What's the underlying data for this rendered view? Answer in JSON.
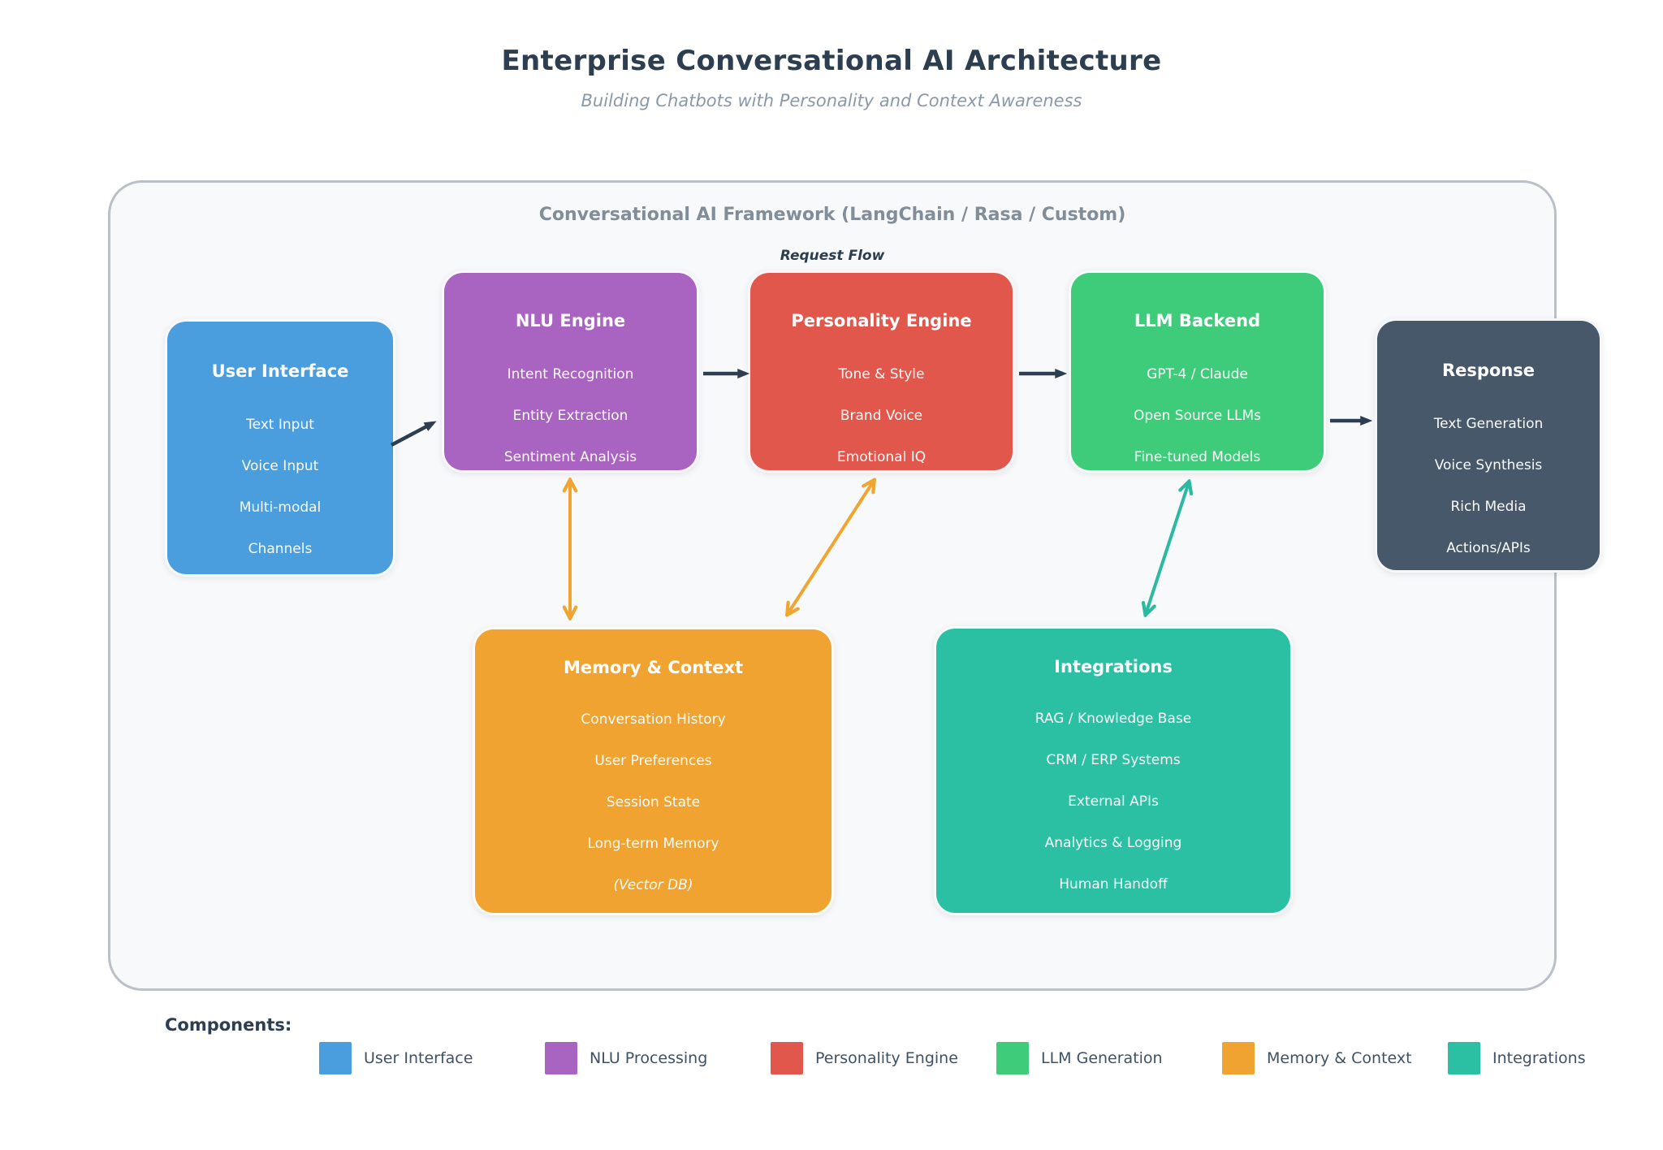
{
  "page": {
    "title": "Enterprise Conversational AI Architecture",
    "subtitle": "Building Chatbots with Personality and Context Awareness"
  },
  "framework": {
    "label": "Conversational AI Framework (LangChain / Rasa / Custom)",
    "flow_label": "Request Flow"
  },
  "boxes": [
    {
      "id": "user-interface",
      "title": "User Interface",
      "color": "#4A9EDD",
      "items": [
        "Text Input",
        "Voice Input",
        "Multi-modal",
        "Channels"
      ]
    },
    {
      "id": "nlu-engine",
      "title": "NLU Engine",
      "color": "#A864C0",
      "items": [
        "Intent Recognition",
        "Entity Extraction",
        "Sentiment Analysis"
      ]
    },
    {
      "id": "personality-engine",
      "title": "Personality Engine",
      "color": "#E2574C",
      "items": [
        "Tone & Style",
        "Brand Voice",
        "Emotional IQ"
      ]
    },
    {
      "id": "llm-backend",
      "title": "LLM Backend",
      "color": "#3ECC7B",
      "items": [
        "GPT-4 / Claude",
        "Open Source LLMs",
        "Fine-tuned Models"
      ]
    },
    {
      "id": "response",
      "title": "Response",
      "color": "#47586B",
      "items": [
        "Text Generation",
        "Voice Synthesis",
        "Rich Media",
        "Actions/APIs"
      ]
    },
    {
      "id": "memory-context",
      "title": "Memory & Context",
      "color": "#F0A330",
      "items": [
        "Conversation History",
        "User Preferences",
        "Session State",
        "Long-term Memory",
        "(Vector DB)"
      ]
    },
    {
      "id": "integrations",
      "title": "Integrations",
      "color": "#2BBFA3",
      "items": [
        "RAG / Knowledge Base",
        "CRM / ERP Systems",
        "External APIs",
        "Analytics & Logging",
        "Human Handoff"
      ]
    }
  ],
  "arrows": [
    {
      "from": "user-interface",
      "to": "nlu-engine",
      "bidirectional": false,
      "color": "#2C3E50"
    },
    {
      "from": "nlu-engine",
      "to": "personality-engine",
      "bidirectional": false,
      "color": "#2C3E50"
    },
    {
      "from": "personality-engine",
      "to": "llm-backend",
      "bidirectional": false,
      "color": "#2C3E50"
    },
    {
      "from": "llm-backend",
      "to": "response",
      "bidirectional": false,
      "color": "#2C3E50"
    },
    {
      "from": "nlu-engine",
      "to": "memory-context",
      "bidirectional": true,
      "color": "#F2A431"
    },
    {
      "from": "personality-engine",
      "to": "memory-context",
      "bidirectional": true,
      "color": "#F2A431"
    },
    {
      "from": "llm-backend",
      "to": "integrations",
      "bidirectional": true,
      "color": "#2BB99F"
    }
  ],
  "legend": {
    "label": "Components:",
    "items": [
      {
        "label": "User Interface",
        "color": "#4A9EDD"
      },
      {
        "label": "NLU Processing",
        "color": "#A864C0"
      },
      {
        "label": "Personality Engine",
        "color": "#E2574C"
      },
      {
        "label": "LLM Generation",
        "color": "#3ECC7B"
      },
      {
        "label": "Memory & Context",
        "color": "#F0A330"
      },
      {
        "label": "Integrations",
        "color": "#2BBFA3"
      }
    ]
  },
  "colors": {
    "title": "#2C3E50",
    "subtitle": "#8B98A7",
    "framework_label": "#818D99",
    "flow_label": "#2C3E50",
    "container_bg": "#F8F9FB",
    "container_border": "#B9C0C8",
    "arrow_dark": "#2C3E50",
    "arrow_orange": "#F2A431",
    "arrow_teal": "#2BB99F"
  }
}
